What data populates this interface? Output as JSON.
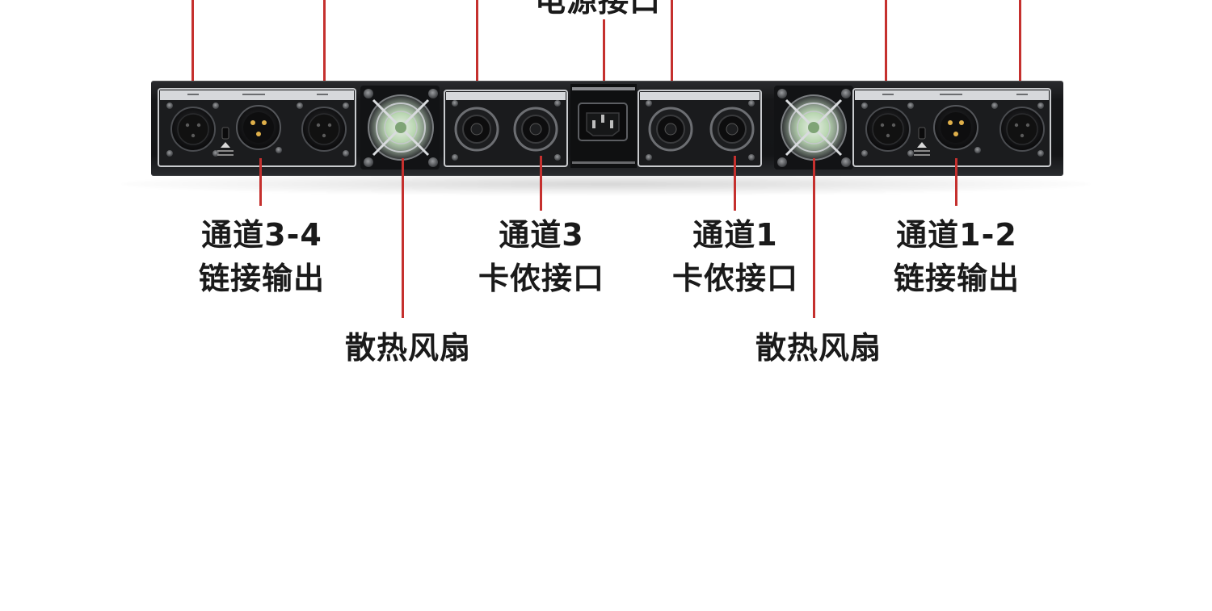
{
  "diagram": {
    "top_label": "电源接口",
    "labels": {
      "ch34_link": {
        "line1": "通道3-4",
        "line2": "链接输出"
      },
      "ch3_speakon": {
        "line1": "通道3",
        "line2": "卡侬接口"
      },
      "ch1_speakon": {
        "line1": "通道1",
        "line2": "卡侬接口"
      },
      "ch12_link": {
        "line1": "通道1-2",
        "line2": "链接输出"
      },
      "fan_left": "散热风扇",
      "fan_right": "散热风扇"
    },
    "colors": {
      "leader_line": "#c5302e",
      "label_text": "#1a1a1a",
      "panel": "#141517"
    }
  }
}
